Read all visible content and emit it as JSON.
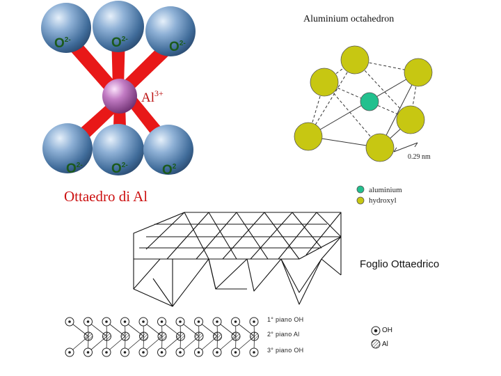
{
  "al_octahedron": {
    "title": "Ottaedro di Al",
    "cation": "Al",
    "cation_charge": "3+",
    "anions": [
      {
        "symbol": "O",
        "charge": "2-"
      },
      {
        "symbol": "O",
        "charge": "2-"
      },
      {
        "symbol": "O",
        "charge": "2-"
      },
      {
        "symbol": "O",
        "charge": "2-"
      },
      {
        "symbol": "O",
        "charge": "2-"
      },
      {
        "symbol": "O",
        "charge": "2"
      }
    ],
    "colors": {
      "oxygen": "#5b86b7",
      "aluminium": "#b868b8",
      "bond": "#e81818",
      "label_green": "#1b5a1b",
      "label_red": "#cc1111"
    }
  },
  "aluminium_octahedron": {
    "title": "Aluminium octahedron",
    "distance": "0.29 nm",
    "legend": [
      {
        "label": "aluminium",
        "color": "#22c08e"
      },
      {
        "label": "hydroxyl",
        "color": "#c7c712"
      }
    ]
  },
  "sheet": {
    "title": "Foglio Ottaedrico"
  },
  "layers": {
    "planes": [
      "1° piano OH",
      "2° piano Al",
      "3° piano OH"
    ],
    "key": [
      {
        "symbol": "OH",
        "icon": "circle-dot-icon"
      },
      {
        "symbol": "Al",
        "icon": "circle-hatched-icon"
      }
    ]
  }
}
